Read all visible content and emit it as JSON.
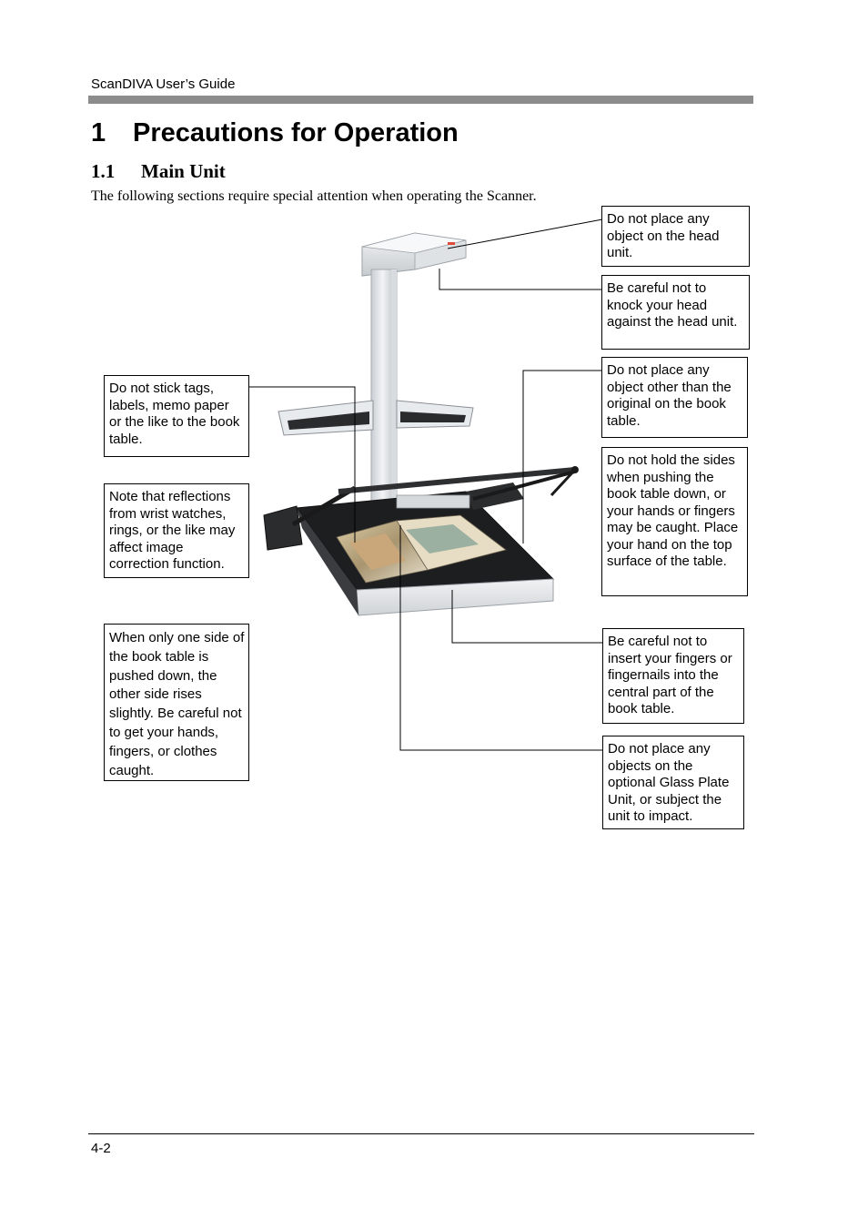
{
  "header": {
    "title": "ScanDIVA User’s Guide"
  },
  "section": {
    "number": "1",
    "title": "Precautions for Operation"
  },
  "subsection": {
    "number": "1.1",
    "title": "Main Unit"
  },
  "intro": "The following sections require special attention when operating the Scanner.",
  "callouts": {
    "head_unit_object": "Do not place any object on the head unit.",
    "knock_head": "Be careful not to knock your head against the head unit.",
    "table_object": "Do not place any object other than the original on the book table.",
    "hold_sides": "Do not hold the sides when pushing the book table down, or your hands or fingers may be caught. Place your hand on the top surface of the table.",
    "insert_fingers": "Be careful not to insert your fingers or fingernails into the central part of the book table.",
    "glass_plate": "Do not place any objects on the optional Glass Plate Unit, or subject the unit to impact.",
    "stick_tags": "Do not stick tags, labels, memo paper or the like to the book table.",
    "reflections": "Note that reflections from wrist watches, rings, or the like may affect image correction function.",
    "one_side": "When only one side of the book table is pushed down, the other side rises slightly. Be careful not to get your hands, fingers, or clothes caught."
  },
  "footer": {
    "page_number": "4-2"
  }
}
